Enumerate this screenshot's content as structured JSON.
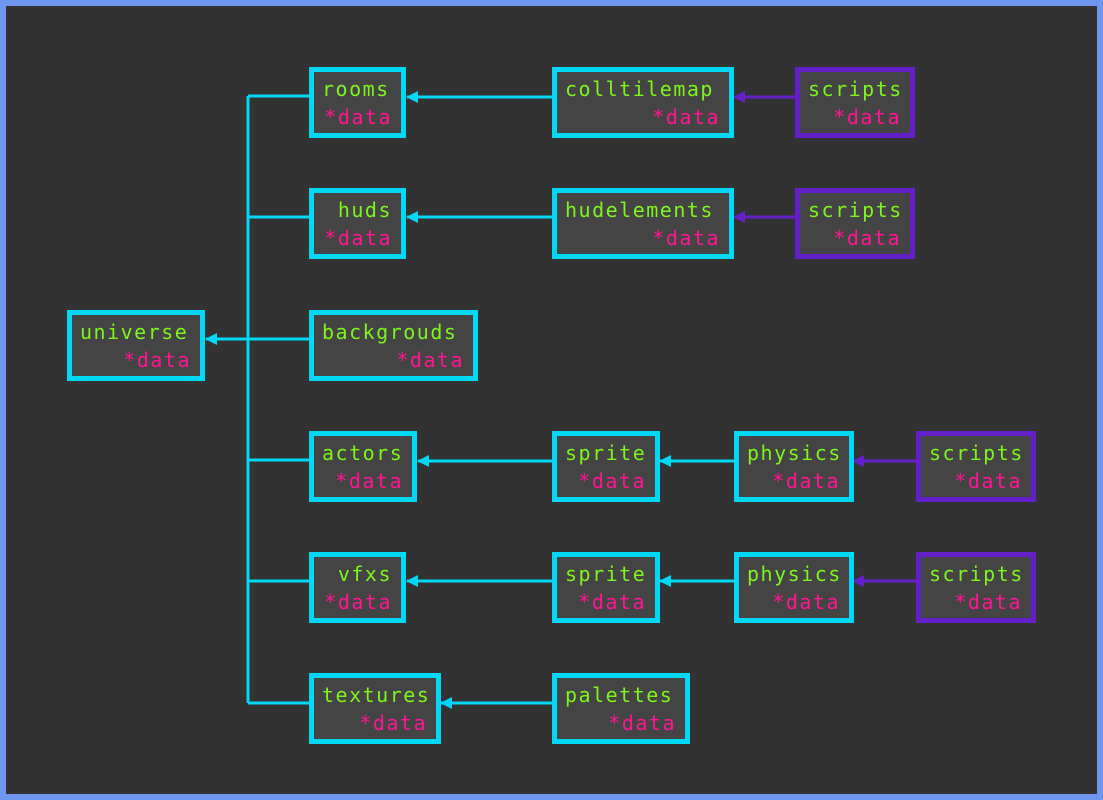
{
  "nodes": {
    "universe": {
      "name": "universe",
      "field": "*data"
    },
    "rooms": {
      "name": "rooms",
      "field": "*data"
    },
    "huds": {
      "name": "huds",
      "field": "*data"
    },
    "backgrounds": {
      "name": "backgrouds",
      "field": "*data"
    },
    "actors": {
      "name": "actors",
      "field": "*data"
    },
    "vfxs": {
      "name": "vfxs",
      "field": "*data"
    },
    "textures": {
      "name": "textures",
      "field": "*data"
    },
    "colltilemap": {
      "name": "colltilemap",
      "field": "*data"
    },
    "hudelements": {
      "name": "hudelements",
      "field": "*data"
    },
    "sprite_actors": {
      "name": "sprite",
      "field": "*data"
    },
    "sprite_vfxs": {
      "name": "sprite",
      "field": "*data"
    },
    "palettes": {
      "name": "palettes",
      "field": "*data"
    },
    "scripts_rooms": {
      "name": "scripts",
      "field": "*data"
    },
    "scripts_huds": {
      "name": "scripts",
      "field": "*data"
    },
    "physics_actors": {
      "name": "physics",
      "field": "*data"
    },
    "physics_vfxs": {
      "name": "physics",
      "field": "*data"
    },
    "scripts_actors": {
      "name": "scripts",
      "field": "*data"
    },
    "scripts_vfxs": {
      "name": "scripts",
      "field": "*data"
    }
  },
  "colors": {
    "background": "#323232",
    "frame": "#6f97f0",
    "node_fill": "#444444",
    "cyan_border": "#00d8f5",
    "purple_border": "#6420c8",
    "name_text": "#7df51c",
    "field_text": "#ff1493"
  }
}
